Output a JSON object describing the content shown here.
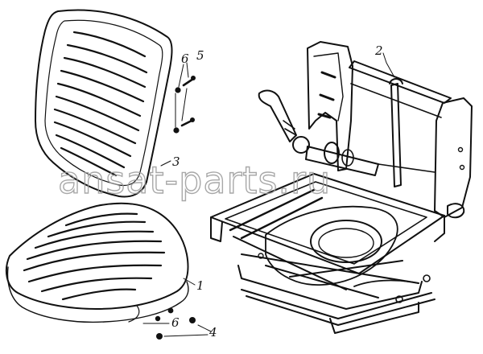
{
  "diagram": {
    "callouts": {
      "one": "1",
      "two": "2",
      "three": "3",
      "four": "4",
      "five": "5",
      "six_top": "6",
      "six_bottom": "6"
    },
    "watermark": "ansat-parts.ru"
  }
}
